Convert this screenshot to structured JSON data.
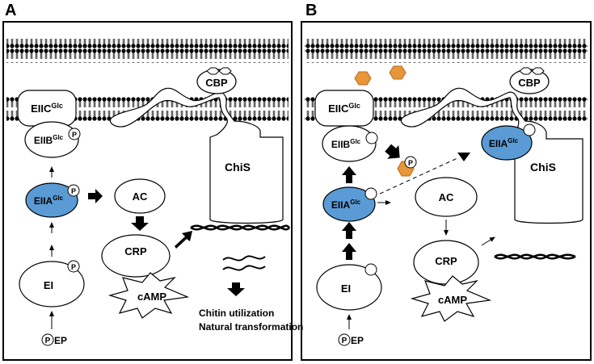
{
  "panels": [
    {
      "letter": "A",
      "labels": {
        "eiic": "EIIC",
        "eiib": "EIIB",
        "eiia": "EIIA",
        "glc": "Glc",
        "ei": "EI",
        "pep": "EP",
        "pep_p": "P",
        "cbp": "CBP",
        "chis": "ChiS",
        "ac": "AC",
        "crp": "CRP",
        "camp": "cAMP",
        "phos": "P",
        "outcome1": "Chitin utilization",
        "outcome2": "Natural transformation"
      }
    },
    {
      "letter": "B",
      "labels": {
        "eiic": "EIIC",
        "eiib": "EIIB",
        "eiia": "EIIA",
        "eiia_chis": "EIIA",
        "glc": "Glc",
        "ei": "EI",
        "pep": "EP",
        "pep_p": "P",
        "cbp": "CBP",
        "chis": "ChiS",
        "ac": "AC",
        "crp": "CRP",
        "camp": "cAMP",
        "phos": "P"
      }
    }
  ],
  "colors": {
    "eiia_fill": "#5b9bd5",
    "sugar_fill": "#e8963a",
    "line": "#000000"
  }
}
